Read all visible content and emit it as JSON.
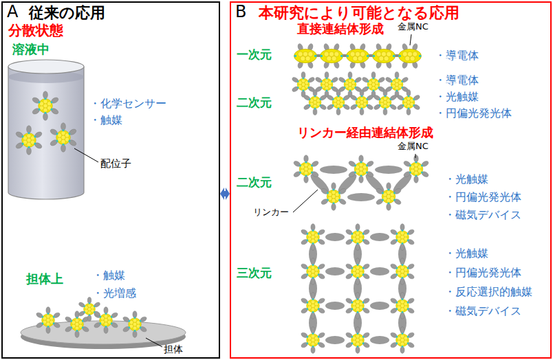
{
  "diagram": {
    "nodes": [
      {
        "text": [
          "A",
          "従来の応用"
        ]
      },
      {
        "text": [
          "B",
          "本研究により可能となる応用"
        ]
      }
    ],
    "edges": [
      {
        "from": 0,
        "to": 1,
        "arrow": "both"
      }
    ],
    "labels": [
      "分散状態",
      "溶液中",
      "・化学センサー",
      "・触媒",
      "配位子",
      "担体上",
      "・触媒",
      "・光増感",
      "担体",
      "直接連結体形成",
      "金属NC",
      "一次元",
      "・導電体",
      "二次元",
      "・導電体",
      "・光触媒",
      "・円偏光発光体",
      "リンカー経由連結体形成",
      "金属NC",
      "二次元",
      "・光触媒",
      "・円偏光発光体",
      "・磁気デバイス",
      "リンカー",
      "三次元",
      "・光触媒",
      "・円偏光発光体",
      "・反応選択的触媒",
      "・磁気デバイス"
    ]
  }
}
